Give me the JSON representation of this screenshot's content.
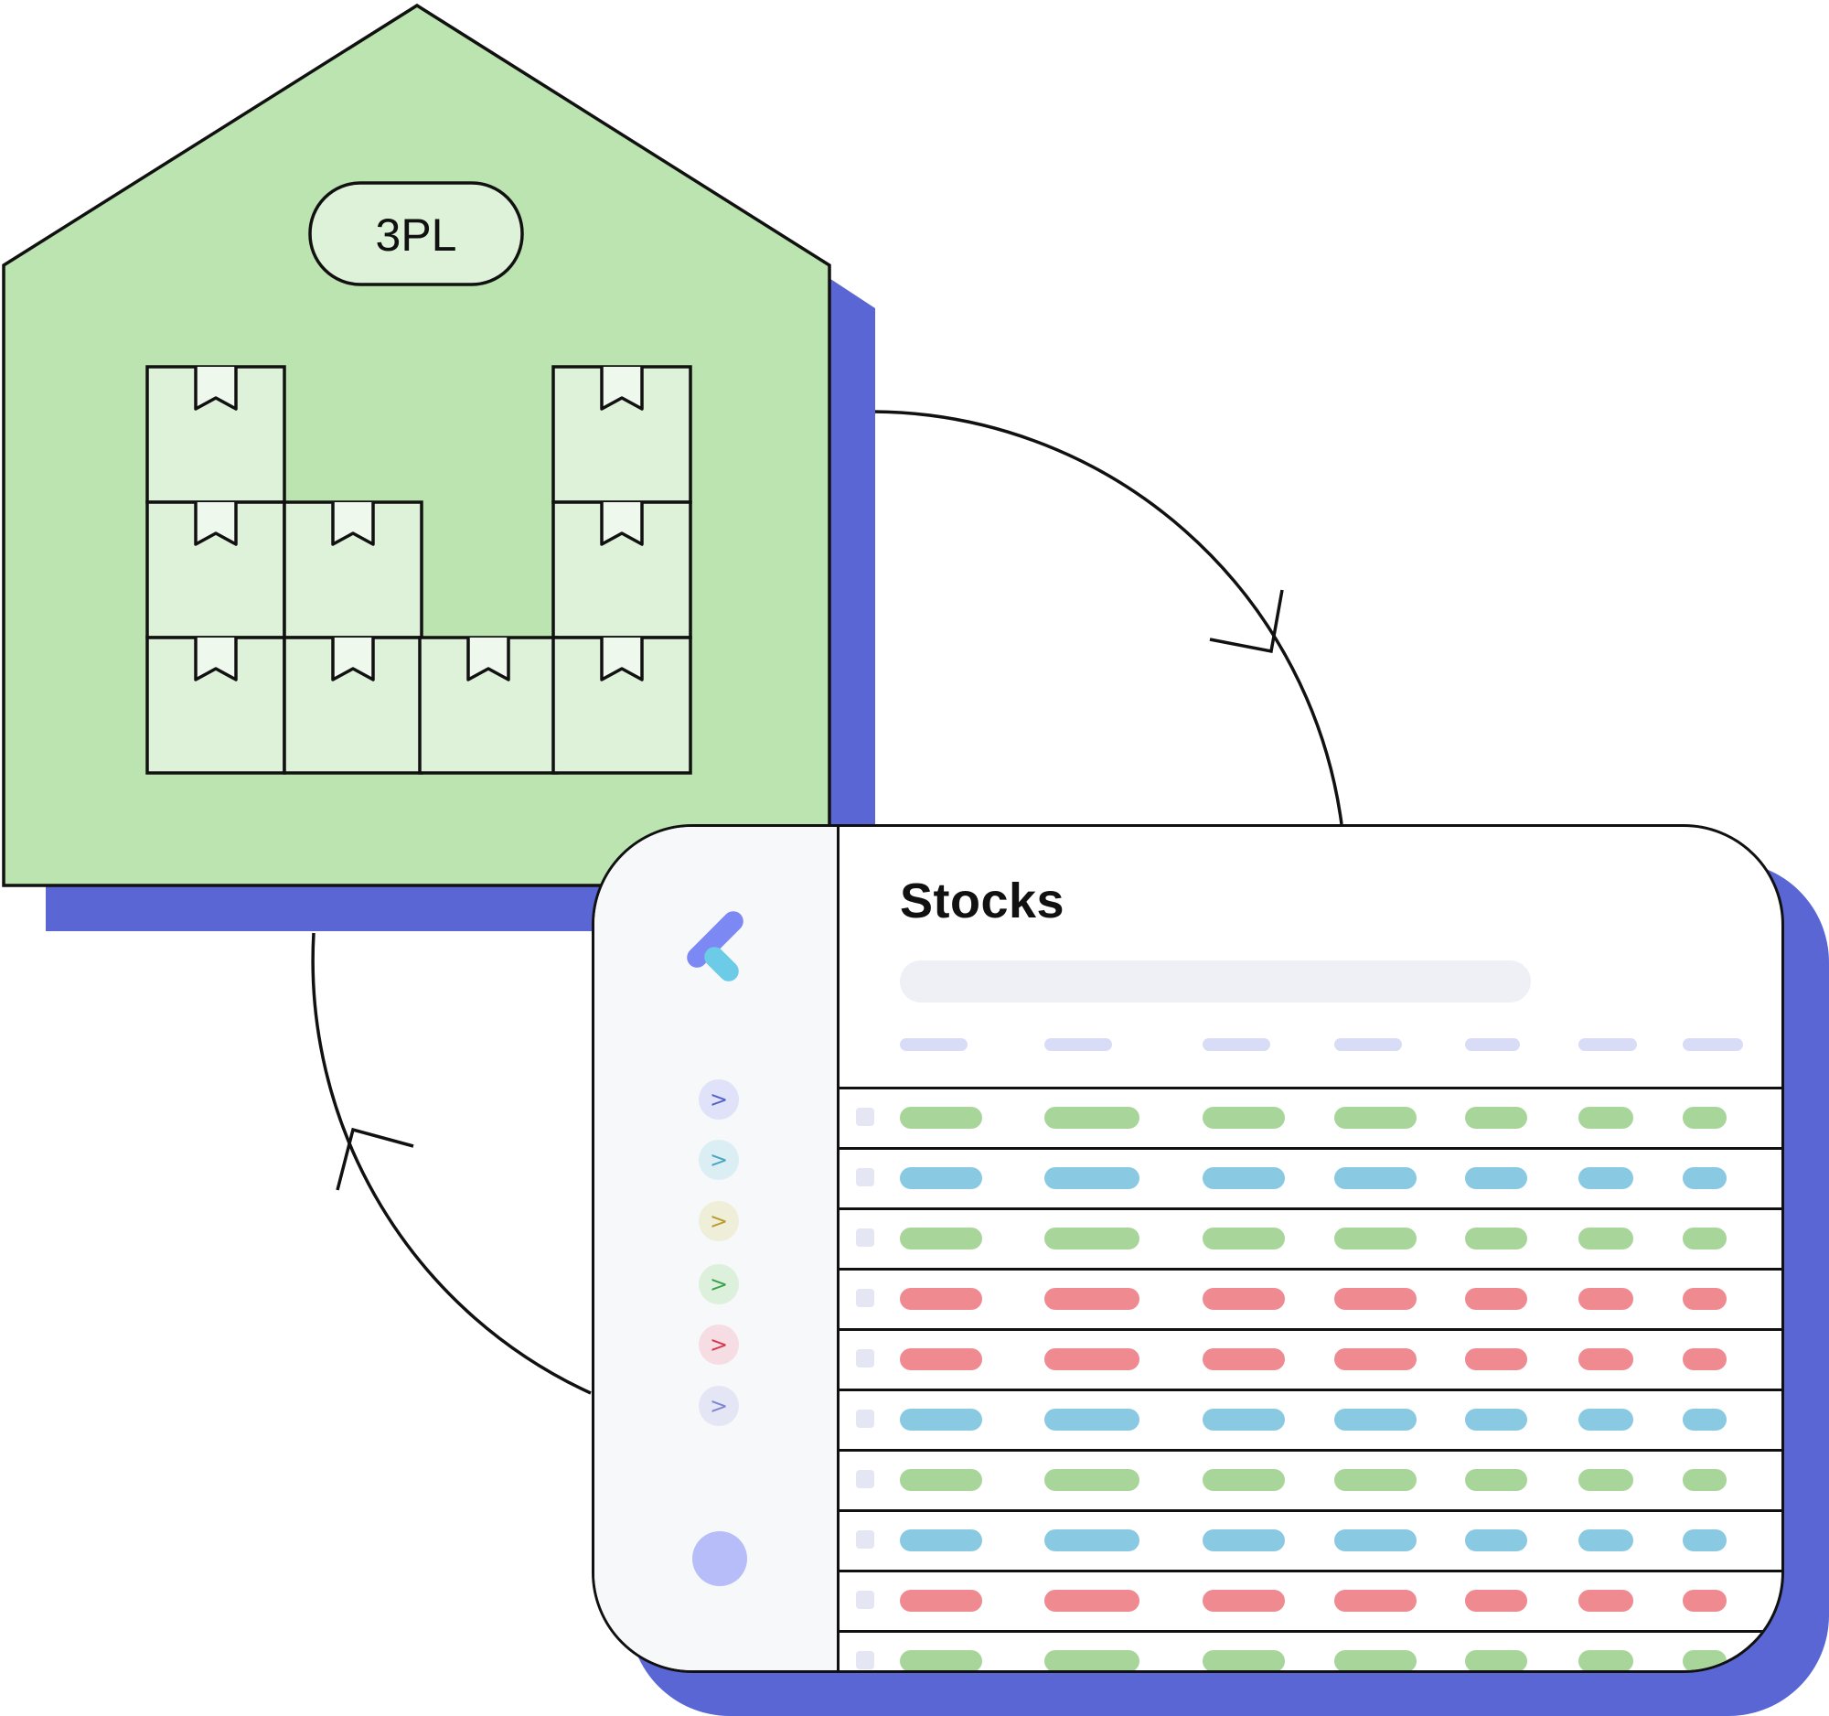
{
  "warehouse": {
    "label": "3PL",
    "fill": "#bbe4b0",
    "box_fill": "#def1d9",
    "shadow": "#5a66d3"
  },
  "app": {
    "title": "Stocks",
    "logo": "app-logo-icon",
    "sidebar": {
      "nav_glyph": ">",
      "items": [
        {
          "icon": "chevron-right-icon",
          "bg": "#dfe2f8",
          "fg": "#5462c8"
        },
        {
          "icon": "chevron-right-icon",
          "bg": "#dbeef3",
          "fg": "#4aa5bf"
        },
        {
          "icon": "chevron-right-icon",
          "bg": "#efeed9",
          "fg": "#b99c2c"
        },
        {
          "icon": "chevron-right-icon",
          "bg": "#dcf0dc",
          "fg": "#3aa24a"
        },
        {
          "icon": "chevron-right-icon",
          "bg": "#f5dde3",
          "fg": "#d7384e"
        },
        {
          "icon": "chevron-right-icon",
          "bg": "#e4e6f6",
          "fg": "#7f86cf"
        }
      ]
    },
    "filters": [
      {
        "dot": "#a6d79a",
        "line": "#a6d79a"
      },
      {
        "dot": "#a7d6ea",
        "line": "#a7d6ea"
      }
    ],
    "colors": {
      "green": "#a8d59a",
      "blue": "#89c9e1",
      "red": "#ee8a90",
      "header": "#d9dcf6"
    },
    "rows": [
      "green",
      "blue",
      "green",
      "red",
      "red",
      "blue",
      "green",
      "blue",
      "red",
      "green"
    ]
  }
}
